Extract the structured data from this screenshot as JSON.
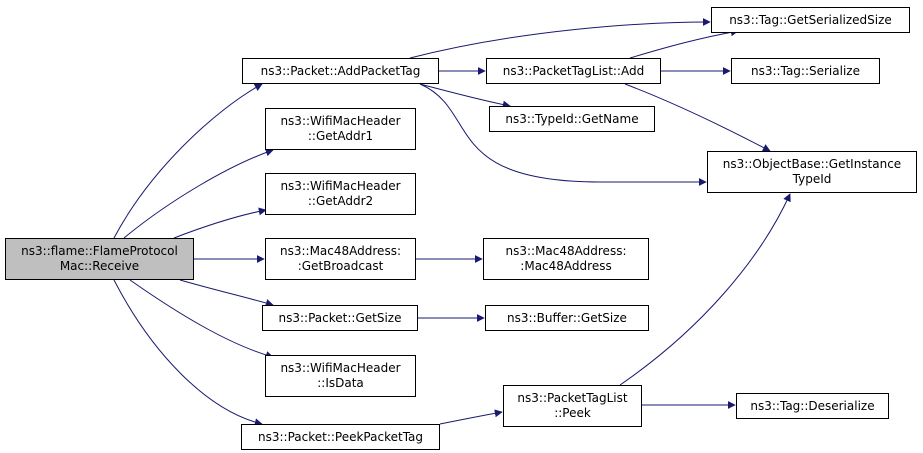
{
  "graph": {
    "edge_color": "#191970",
    "root_fill": "#bfbfbf",
    "node_fill": "#ffffff",
    "nodes": [
      {
        "id": "root",
        "lines": [
          "ns3::flame::FlameProtocol",
          "Mac::Receive"
        ]
      },
      {
        "id": "addpackettag",
        "lines": [
          "ns3::Packet::AddPacketTag"
        ]
      },
      {
        "id": "getaddr1",
        "lines": [
          "ns3::WifiMacHeader",
          "::GetAddr1"
        ]
      },
      {
        "id": "getaddr2",
        "lines": [
          "ns3::WifiMacHeader",
          "::GetAddr2"
        ]
      },
      {
        "id": "getbroadcast",
        "lines": [
          "ns3::Mac48Address:",
          ":GetBroadcast"
        ]
      },
      {
        "id": "getsize",
        "lines": [
          "ns3::Packet::GetSize"
        ]
      },
      {
        "id": "isdata",
        "lines": [
          "ns3::WifiMacHeader",
          "::IsData"
        ]
      },
      {
        "id": "peekpackettag",
        "lines": [
          "ns3::Packet::PeekPacketTag"
        ]
      },
      {
        "id": "tagadd",
        "lines": [
          "ns3::PacketTagList::Add"
        ]
      },
      {
        "id": "getname",
        "lines": [
          "ns3::TypeId::GetName"
        ]
      },
      {
        "id": "mac48ctor",
        "lines": [
          "ns3::Mac48Address:",
          ":Mac48Address"
        ]
      },
      {
        "id": "buffersize",
        "lines": [
          "ns3::Buffer::GetSize"
        ]
      },
      {
        "id": "peek",
        "lines": [
          "ns3::PacketTagList",
          "::Peek"
        ]
      },
      {
        "id": "serializedsize",
        "lines": [
          "ns3::Tag::GetSerializedSize"
        ]
      },
      {
        "id": "serialize",
        "lines": [
          "ns3::Tag::Serialize"
        ]
      },
      {
        "id": "instancetypeid",
        "lines": [
          "ns3::ObjectBase::GetInstance",
          "TypeId"
        ]
      },
      {
        "id": "deserialize",
        "lines": [
          "ns3::Tag::Deserialize"
        ]
      }
    ],
    "edges": [
      {
        "from": "root",
        "to": "addpackettag"
      },
      {
        "from": "root",
        "to": "getaddr1"
      },
      {
        "from": "root",
        "to": "getaddr2"
      },
      {
        "from": "root",
        "to": "getbroadcast"
      },
      {
        "from": "root",
        "to": "getsize"
      },
      {
        "from": "root",
        "to": "isdata"
      },
      {
        "from": "root",
        "to": "peekpackettag"
      },
      {
        "from": "addpackettag",
        "to": "serializedsize"
      },
      {
        "from": "addpackettag",
        "to": "tagadd"
      },
      {
        "from": "addpackettag",
        "to": "getname"
      },
      {
        "from": "addpackettag",
        "to": "instancetypeid"
      },
      {
        "from": "tagadd",
        "to": "serializedsize"
      },
      {
        "from": "tagadd",
        "to": "serialize"
      },
      {
        "from": "tagadd",
        "to": "instancetypeid"
      },
      {
        "from": "getbroadcast",
        "to": "mac48ctor"
      },
      {
        "from": "getsize",
        "to": "buffersize"
      },
      {
        "from": "peekpackettag",
        "to": "peek"
      },
      {
        "from": "peek",
        "to": "instancetypeid"
      },
      {
        "from": "peek",
        "to": "deserialize"
      }
    ]
  }
}
